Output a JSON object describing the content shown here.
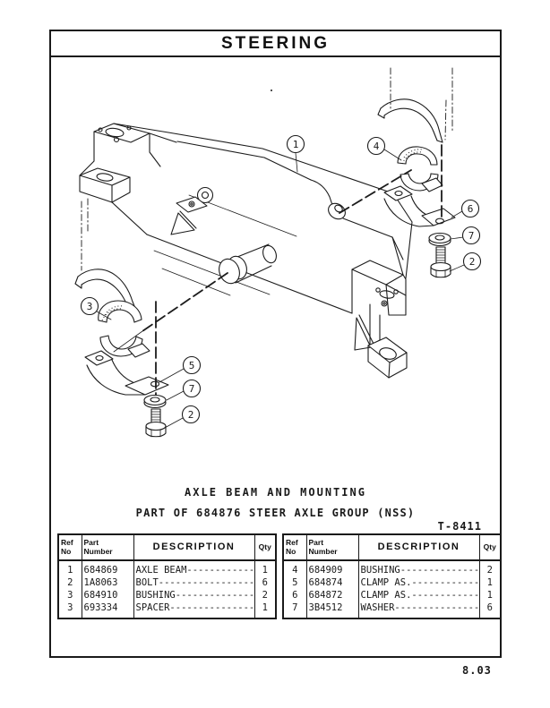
{
  "page": {
    "title": "STEERING",
    "page_number": "8.03"
  },
  "diagram": {
    "caption": "AXLE BEAM AND MOUNTING",
    "subcaption": "PART OF 684876 STEER AXLE GROUP (NSS)",
    "figure_ref": "T-8411",
    "callout_labels": [
      "1",
      "4",
      "6",
      "7",
      "2",
      "3",
      "5",
      "7",
      "2"
    ]
  },
  "tables": [
    {
      "headers": {
        "ref_top": "Ref",
        "ref_bottom": "No",
        "part_top": "Part",
        "part_bottom": "Number",
        "description": "DESCRIPTION",
        "qty": "Qty"
      },
      "rows": [
        {
          "ref": "1",
          "part": "684869",
          "description": "AXLE BEAM--------------",
          "qty": "1"
        },
        {
          "ref": "2",
          "part": "1A8063",
          "description": "BOLT-------------------",
          "qty": "6"
        },
        {
          "ref": "3",
          "part": "684910",
          "description": "BUSHING----------------",
          "qty": "2"
        },
        {
          "ref": "3",
          "part": "693334",
          "description": "SPACER-----------------",
          "qty": "1"
        }
      ]
    },
    {
      "headers": {
        "ref_top": "Ref",
        "ref_bottom": "No",
        "part_top": "Part",
        "part_bottom": "Number",
        "description": "DESCRIPTION",
        "qty": "Qty"
      },
      "rows": [
        {
          "ref": "4",
          "part": "684909",
          "description": "BUSHING----------------",
          "qty": "2"
        },
        {
          "ref": "5",
          "part": "684874",
          "description": "CLAMP AS.--------------",
          "qty": "1"
        },
        {
          "ref": "6",
          "part": "684872",
          "description": "CLAMP AS.--------------",
          "qty": "1"
        },
        {
          "ref": "7",
          "part": "3B4512",
          "description": "WASHER-----------------",
          "qty": "6"
        }
      ]
    }
  ]
}
